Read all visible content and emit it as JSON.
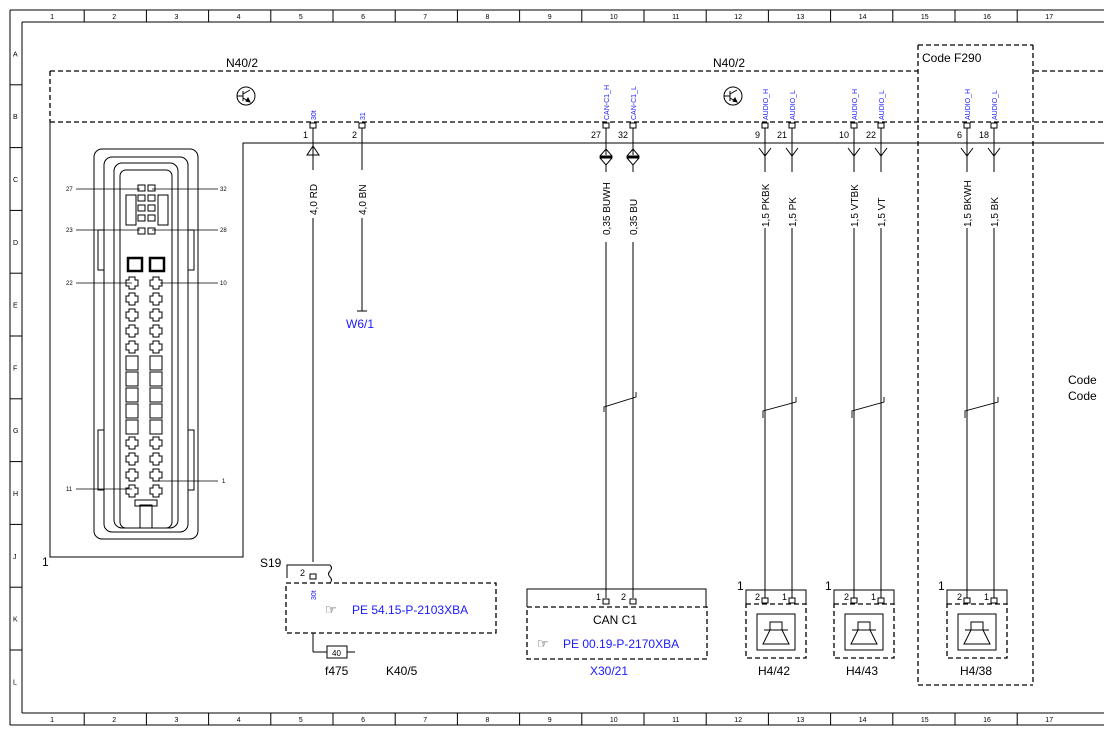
{
  "colors": {
    "line": "#000000",
    "link": "#1a1aff",
    "background": "#ffffff"
  },
  "grid": {
    "cols": [
      "1",
      "2",
      "3",
      "4",
      "5",
      "6",
      "7",
      "8",
      "9",
      "10",
      "11",
      "12",
      "13",
      "14",
      "15",
      "16",
      "17"
    ],
    "rows": [
      "A",
      "B",
      "C",
      "D",
      "E",
      "F",
      "G",
      "H",
      "J",
      "K",
      "L"
    ]
  },
  "modules": {
    "left": "N40/2",
    "right": "N40/2",
    "code_box": "Code F290",
    "code_side_1": "Code",
    "code_side_2": "Code"
  },
  "connector": {
    "corner_label": "1",
    "pins": {
      "p27": "27",
      "p32": "32",
      "p23": "23",
      "p28": "28",
      "p22": "22",
      "p10": "10",
      "p11": "11",
      "p1": "1"
    }
  },
  "pins_top": [
    {
      "num": "1",
      "signal": "30t"
    },
    {
      "num": "2",
      "signal": "31"
    },
    {
      "num": "27",
      "signal": "CAN-C1_H"
    },
    {
      "num": "32",
      "signal": "CAN-C1_L"
    },
    {
      "num": "9",
      "signal": "AUDIO_H"
    },
    {
      "num": "21",
      "signal": "AUDIO_L"
    },
    {
      "num": "10",
      "signal": "AUDIO_H"
    },
    {
      "num": "22",
      "signal": "AUDIO_L"
    },
    {
      "num": "6",
      "signal": "AUDIO_H"
    },
    {
      "num": "18",
      "signal": "AUDIO_L"
    }
  ],
  "wires": [
    "4,0 RD",
    "4,0 BN",
    "0,35 BUWH",
    "0,35 BU",
    "1,5 PKBK",
    "1,5 PK",
    "1,5 VTBK",
    "1,5 VT",
    "1,5 BKWH",
    "1,5 BK"
  ],
  "ground": "W6/1",
  "s19": {
    "label": "S19",
    "pin": "2",
    "signal": "30t",
    "ref": "PE 54.15-P-2103XBA",
    "fuse_value": "40",
    "fuse": "f475",
    "relay": "K40/5"
  },
  "can_block": {
    "title": "CAN C1",
    "ref": "PE 00.19-P-2170XBA",
    "name": "X30/21",
    "pin1": "1",
    "pin2": "2"
  },
  "speakers": [
    {
      "name": "H4/42",
      "corner": "1",
      "pin_a": "2",
      "pin_b": "1"
    },
    {
      "name": "H4/43",
      "corner": "1",
      "pin_a": "2",
      "pin_b": "1"
    },
    {
      "name": "H4/38",
      "corner": "1",
      "pin_a": "2",
      "pin_b": "1"
    }
  ]
}
